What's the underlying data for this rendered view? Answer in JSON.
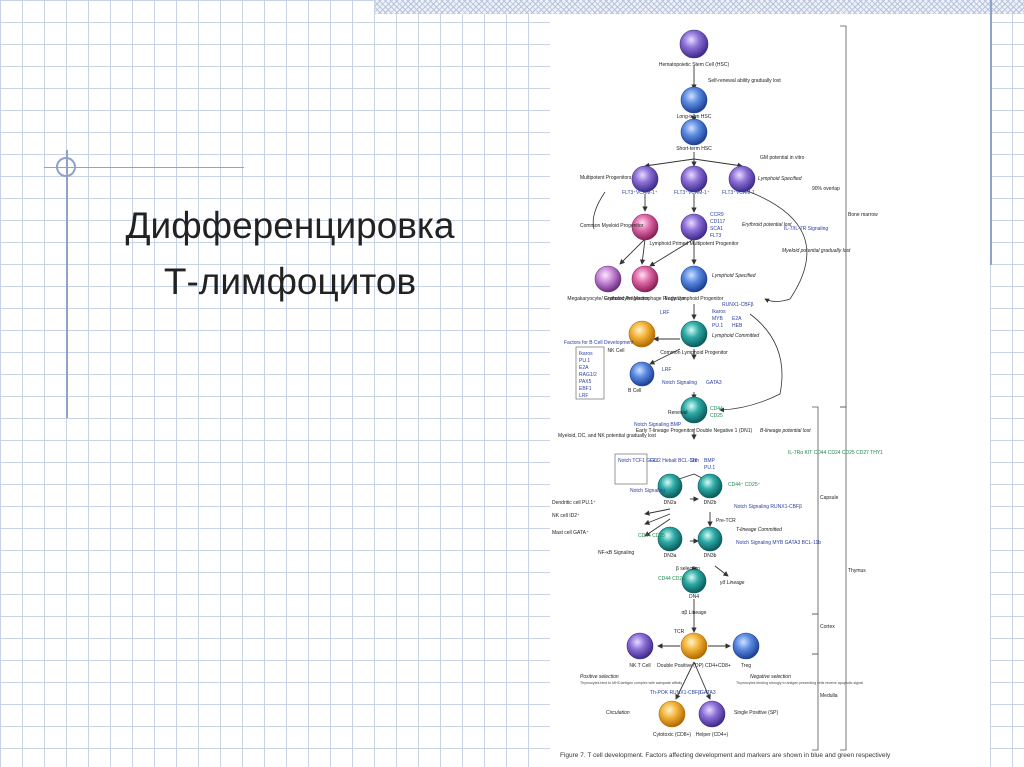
{
  "slide": {
    "title_line1": "Дифференцировка",
    "title_line2": "Т-лимфоцитов"
  },
  "figure": {
    "caption": "Figure 7. T cell development. Factors affecting development and markers are shown in blue and green respectively",
    "colors": {
      "blue_cell": "#3a6fd0",
      "purple_cell": "#7b5cc8",
      "pink_cell": "#d05a9a",
      "orange_cell": "#f0a020",
      "teal_cell": "#1a9a9a",
      "factor_text": "#2a3fa0"
    },
    "nodes": {
      "hsc": "Hematopoietic Stem Cell (HSC)",
      "lt_hsc": "Long-term HSC",
      "st_hsc": "Short-term HSC",
      "mpp": "Multipotent Progenitors",
      "self_renewal": "Self-renewal ability gradually lost",
      "gm_potential": "GM potential in vitro",
      "lymphoid_specified": "Lymphoid Specified",
      "overlap": "90% overlap",
      "flt3_a": "FLT3⁺VCAM-1⁺",
      "flt3_b": "FLT3⁺VCAM-1⁺",
      "flt3_c": "FLT3⁺VCAM-1",
      "cmp": "Common Myeloid Progenitor",
      "ccr9": "CCR9",
      "cd117": "CD117",
      "sca1": "SCA1",
      "flt3": "FLT3",
      "erythroid": "Erythroid potential lost",
      "il7r": "IL-7/IL-7R Signaling",
      "lmpp": "Lymphoid Primed Multipotent Progenitor",
      "myeloid_lost": "Myeloid potential gradually lost",
      "mep": "Megakaryocyte/ Erythroid Progenitor",
      "gmp": "Granulocyte/ Macrophage Progenitor",
      "elp": "Early Lymphoid Progenitor",
      "lymphoid_specified2": "Lymphoid Specified",
      "runx": "RUNX1-CBFβ",
      "ikaros_r": "Ikaros",
      "myb": "MYB",
      "e2a_r": "E2A",
      "pu1_r": "PU.1",
      "heb": "HEB",
      "lrf": "LRF",
      "bone_marrow": "Bone marrow",
      "factors_b": "Factors for B Cell Development",
      "ikaros": "Ikaros",
      "pu1": "PU.1",
      "e2a": "E2A",
      "rag": "RAG1/2",
      "pax5": "PAX5",
      "ebf1": "EBF1",
      "lrf2": "LRF",
      "nk_cell": "NK Cell",
      "lymphoid_committed": "Lymphoid Committed",
      "clp": "Common Lymphoid Progenitor",
      "b_cell": "B Cell",
      "lrf3": "LRF",
      "notch_sig": "Notch Signaling",
      "gata3": "GATA3",
      "renewal": "Renewal",
      "cd44": "CD44",
      "cd25": "CD25",
      "notch_bmp": "Notch Signaling BMP",
      "etp": "Early T-lineage Progenitor/ Double Negative 1 (DN1)",
      "b_lineage": "B-lineage potential lost",
      "myeloid_dc": "Myeloid, DC, and NK potential gradually lost",
      "notch_tcf": "Notch TCF1 GFI1",
      "gli2": "GLI2 Hebalt BCL-11b",
      "shh": "Shh",
      "bmp2": "BMP",
      "pu1_2": "PU.1",
      "capsule": "Capsule",
      "thymus": "Thymus",
      "markers": "IL-7Rα KIT CD44 CD24 CD25 CD27 THY1",
      "dc": "Dendritic cell PU.1⁺",
      "nk2": "NK cell ID2⁺",
      "mast": "Mast cell GATA⁺",
      "notch2": "Notch Signaling",
      "dn2a": "DN2a",
      "dn2b": "DN2b",
      "cd44p": "CD44⁺ CD25⁺",
      "notch_runx": "Notch Signaling RUNX1-CBFβ",
      "pretcr": "Pre-TCR",
      "cd44m": "CD44 CD25",
      "tlineage": "T-lineage Committed",
      "notch_myb": "Notch Signaling MYB GATA3 BCL-11b",
      "nfkb": "NF-κB Signaling",
      "dn3a": "DN3a",
      "dn3b": "DN3b",
      "beta": "β selection",
      "gd": "γδ Lineage",
      "cd44d": "CD44 CD25",
      "dn4": "DN4",
      "ab": "αβ Lineage",
      "cortex": "Cortex",
      "tcr": "TCR",
      "nkt": "NK T Cell",
      "dp": "Double Positive (DP) CD4+CD8+",
      "treg": "Treg",
      "pos_sel": "Positive selection",
      "pos_desc": "Thymocytes bind to MHC/antigen complex with adequate affinity",
      "neg_sel": "Negative selection",
      "neg_desc": "Thymocytes binding strongly to antigen presenting cells receive apoptotic signal",
      "thpok": "Th-POK RUNX1-CBFβ",
      "gata3b": "GATA3",
      "medulla": "Medulla",
      "circulation": "Circulation",
      "cytotoxic": "Cytotoxic (CD8+)",
      "helper": "Helper (CD4+)",
      "sp": "Single Positive (SP)"
    }
  }
}
